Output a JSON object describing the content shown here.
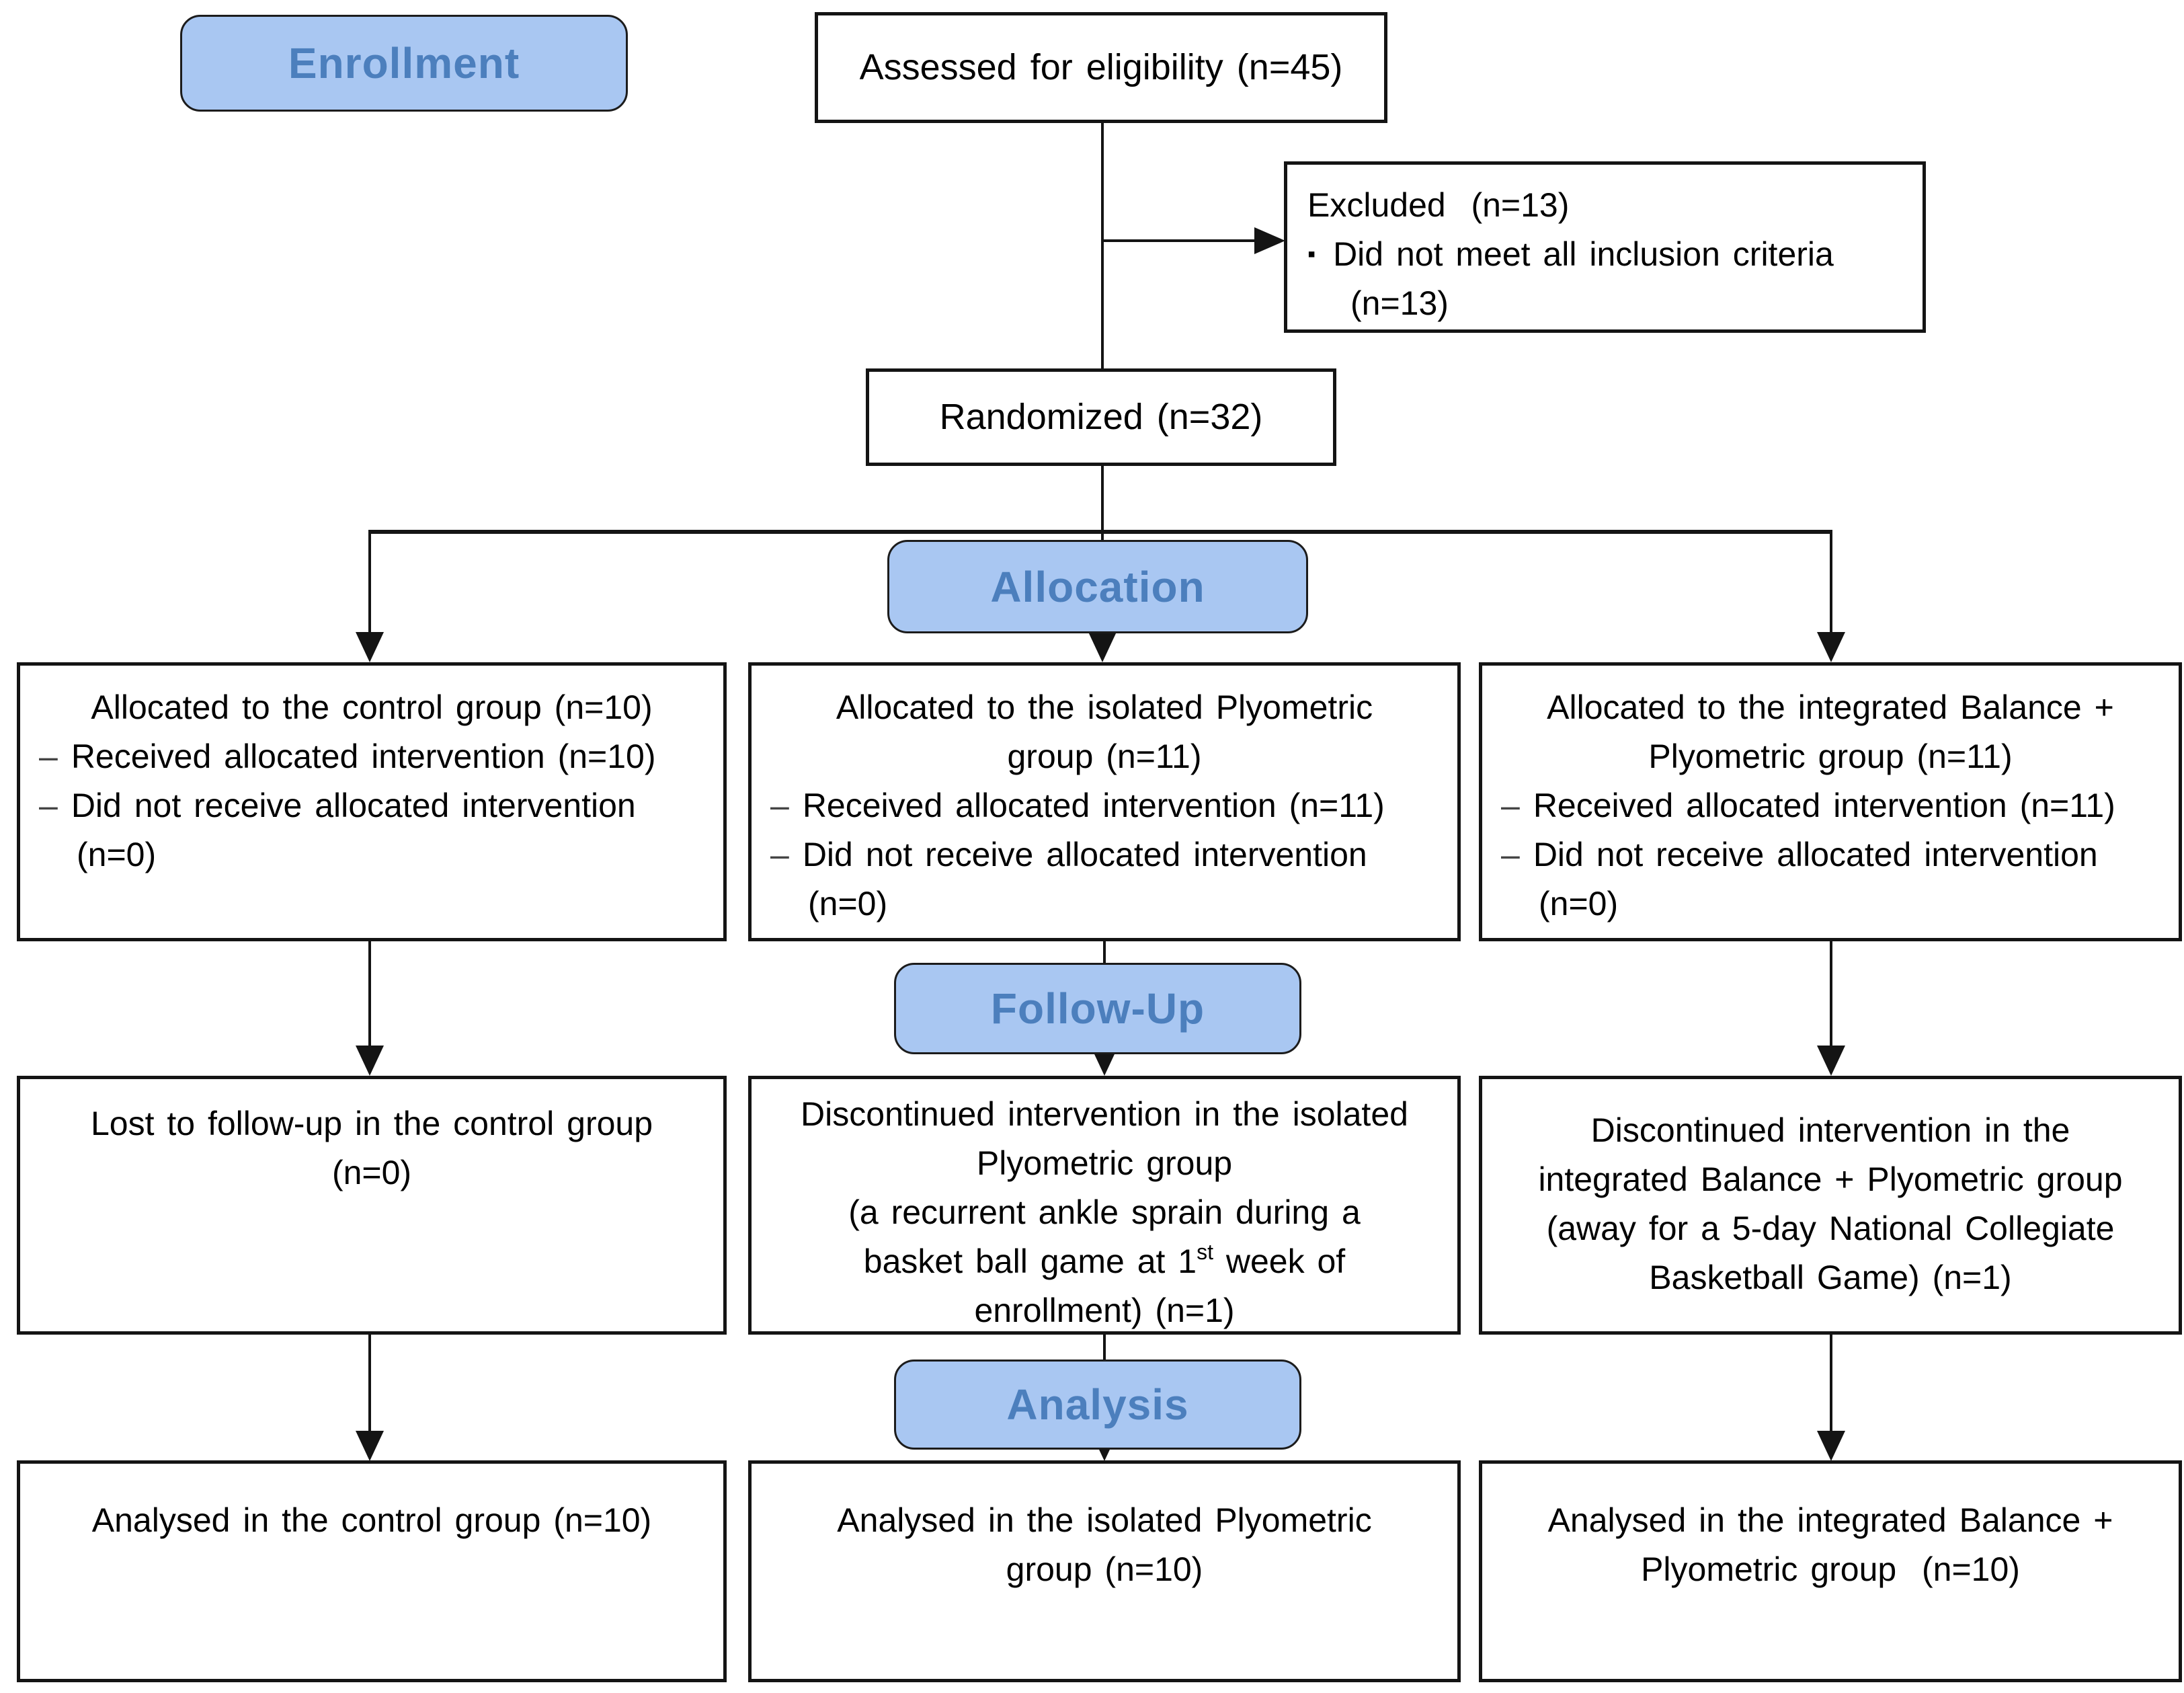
{
  "banners": {
    "enrollment": "Enrollment",
    "allocation": "Allocation",
    "followup": "Follow-Up",
    "analysis": "Analysis"
  },
  "colors": {
    "banner_fill": "#a9c7f2",
    "banner_text": "#4c7fbd",
    "connector": "#141414"
  },
  "top": {
    "assessed": "Assessed for eligibility (n=45)",
    "randomized": "Randomized (n=32)",
    "excluded_title": "Excluded  (n=13)",
    "excluded_bullet": "▪",
    "excluded_item_line1": "Did not meet all inclusion criteria",
    "excluded_item_line2": "(n=13)"
  },
  "allocation": {
    "control": {
      "heading_lines": [
        "Allocated to the control group (n=10)"
      ],
      "bullets": [
        {
          "dash": "–",
          "lines": [
            "Received allocated intervention (n=10)"
          ]
        },
        {
          "dash": "–",
          "lines": [
            "Did not receive allocated intervention",
            "(n=0)"
          ]
        }
      ]
    },
    "plyo": {
      "heading_lines": [
        "Allocated to the isolated Plyometric",
        "group (n=11)"
      ],
      "bullets": [
        {
          "dash": "–",
          "lines": [
            "Received allocated intervention (n=11)"
          ]
        },
        {
          "dash": "–",
          "lines": [
            "Did not receive allocated intervention",
            "(n=0)"
          ]
        }
      ]
    },
    "balance": {
      "heading_lines": [
        "Allocated to the integrated Balance +",
        "Plyometric group (n=11)"
      ],
      "bullets": [
        {
          "dash": "–",
          "lines": [
            "Received allocated intervention (n=11)"
          ]
        },
        {
          "dash": "–",
          "lines": [
            "Did not receive allocated intervention",
            "(n=0)"
          ]
        }
      ]
    }
  },
  "followup": {
    "control_lines": [
      "Lost to follow-up in the control group",
      "(n=0)"
    ],
    "plyo_lines_pre": [
      "Discontinued intervention in the isolated",
      "Plyometric group",
      "(a recurrent ankle sprain during a"
    ],
    "plyo_sup_line": {
      "pre": "basket ball game at 1",
      "sup": "st",
      "post": " week of"
    },
    "plyo_last_line": "enrollment) (n=1)",
    "balance_lines": [
      "Discontinued intervention in the",
      "integrated Balance + Plyometric group",
      "(away for a 5-day National Collegiate",
      "Basketball Game) (n=1)"
    ]
  },
  "analysis": {
    "control_lines": [
      "Analysed in the control group (n=10)"
    ],
    "plyo_lines": [
      "Analysed in the isolated Plyometric",
      "group (n=10)"
    ],
    "balance_lines": [
      "Analysed in the integrated Balance +",
      "Plyometric group  (n=10)"
    ]
  }
}
